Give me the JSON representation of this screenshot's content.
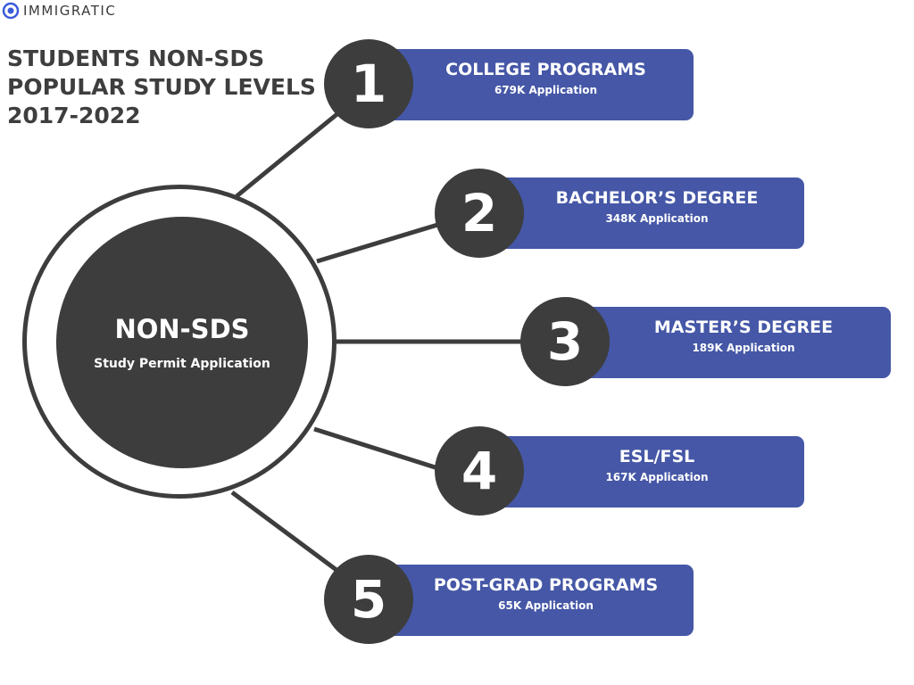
{
  "brand": {
    "name": "IMMIGRATIC"
  },
  "title": {
    "lines": [
      "STUDENTS NON-SDS",
      "POPULAR STUDY LEVELS",
      "2017-2022"
    ]
  },
  "hub": {
    "title": "NON-SDS",
    "subtitle": "Study Permit Application"
  },
  "colors": {
    "dark": "#3d3d3d",
    "accent": "#4557a6",
    "logo": "#3a5bd9"
  },
  "items": [
    {
      "number": "1",
      "label": "COLLEGE PROGRAMS",
      "value": "679K Application"
    },
    {
      "number": "2",
      "label": "BACHELOR’S DEGREE",
      "value": "348K Application"
    },
    {
      "number": "3",
      "label": "MASTER’S DEGREE",
      "value": "189K Application"
    },
    {
      "number": "4",
      "label": "ESL/FSL",
      "value": "167K Application"
    },
    {
      "number": "5",
      "label": "POST-GRAD PROGRAMS",
      "value": "65K Application"
    }
  ]
}
